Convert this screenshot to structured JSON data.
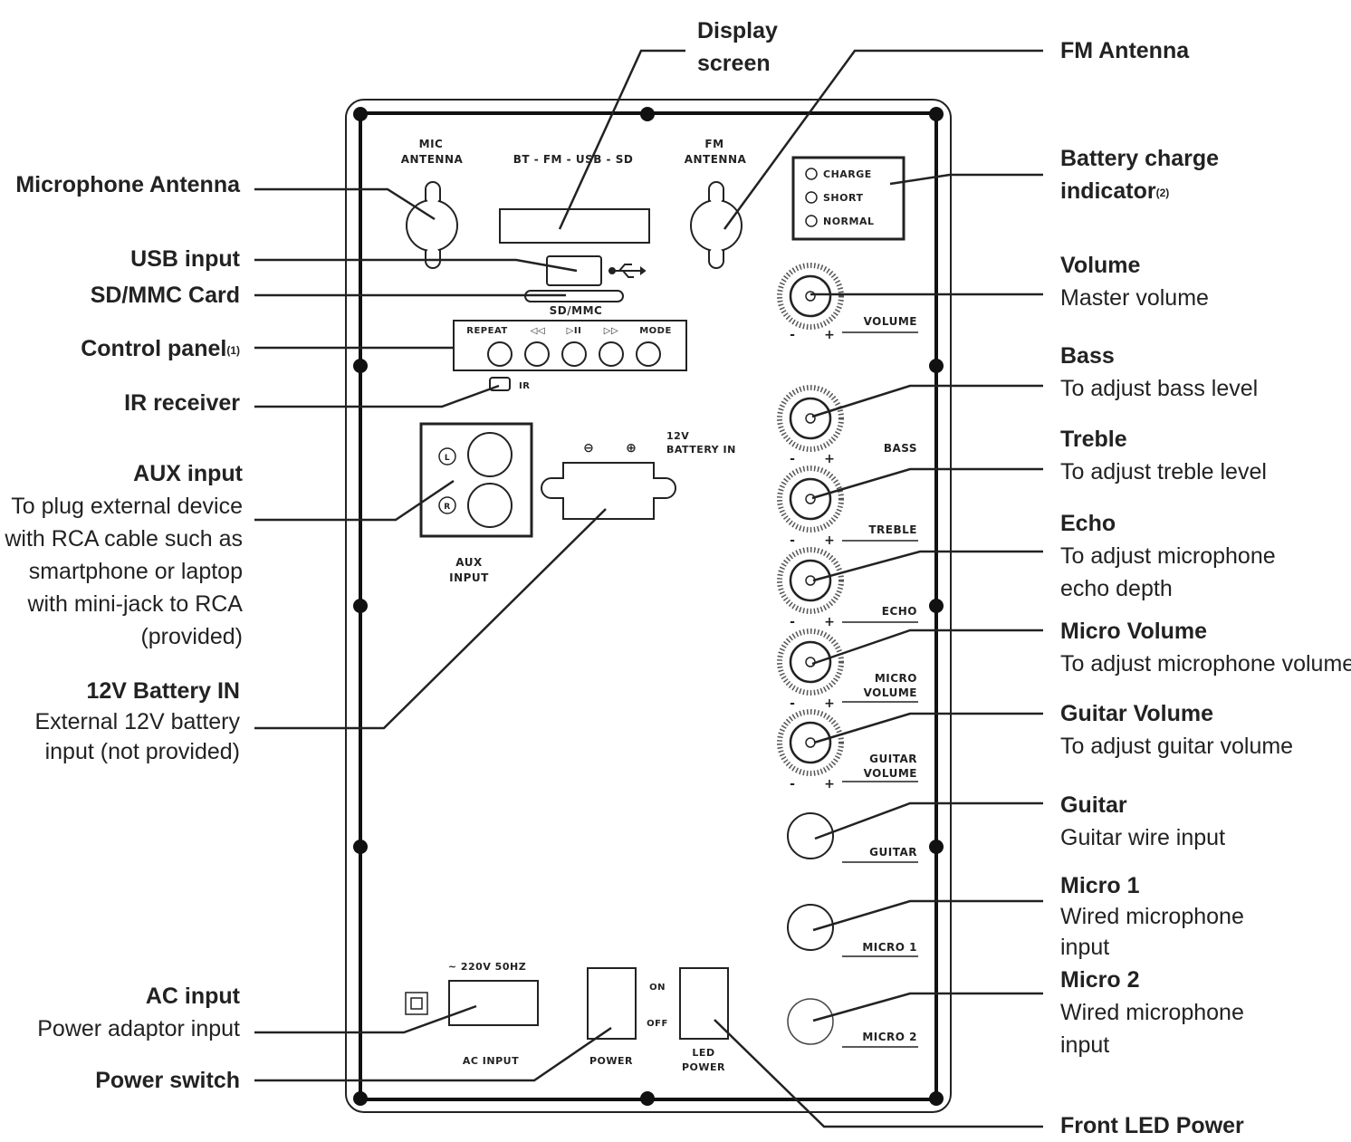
{
  "callouts": {
    "display": {
      "title": "Display screen"
    },
    "fm_antenna": {
      "title": "FM Antenna"
    },
    "battery_charge": {
      "title": "Battery charge indicator",
      "sup": "(2)"
    },
    "volume": {
      "title": "Volume",
      "desc": "Master volume"
    },
    "bass": {
      "title": "Bass",
      "desc": "To adjust bass level"
    },
    "treble": {
      "title": "Treble",
      "desc": "To adjust treble level"
    },
    "echo": {
      "title": "Echo",
      "desc": "To adjust microphone echo depth"
    },
    "micro_volume": {
      "title": "Micro Volume",
      "desc": "To adjust microphone volume"
    },
    "guitar_volume": {
      "title": "Guitar Volume",
      "desc": "To adjust guitar volume"
    },
    "guitar": {
      "title": "Guitar",
      "desc": "Guitar wire input"
    },
    "micro1": {
      "title": "Micro 1",
      "desc": "Wired microphone input"
    },
    "micro2": {
      "title": "Micro 2",
      "desc": "Wired microphone input"
    },
    "front_led": {
      "title": "Front LED Power"
    },
    "microphone_antenna": {
      "title": "Microphone Antenna"
    },
    "usb_input": {
      "title": "USB input"
    },
    "sd_card": {
      "title": "SD/MMC Card"
    },
    "control_panel": {
      "title": "Control panel",
      "sup": "(1)"
    },
    "ir_receiver": {
      "title": "IR receiver"
    },
    "aux_input": {
      "title": "AUX input",
      "desc": "To plug external device with RCA cable such as smartphone or laptop with mini-jack to RCA (provided)"
    },
    "battery_12v": {
      "title": "12V Battery IN",
      "desc": "External 12V battery input (not provided)"
    },
    "ac_input": {
      "title": "AC input",
      "desc": "Power adaptor input"
    },
    "power_switch": {
      "title": "Power switch"
    }
  },
  "panel": {
    "mic_antenna_line1": "MIC",
    "mic_antenna_line2": "ANTENNA",
    "source_modes": "BT - FM - USB - SD",
    "fm_antenna_line1": "FM",
    "fm_antenna_line2": "ANTENNA",
    "charge": "CHARGE",
    "short": "SHORT",
    "normal": "NORMAL",
    "sd_mmc": "SD/MMC",
    "repeat": "REPEAT",
    "prev": "◁◁",
    "play_pause": "▷II",
    "next": "▷▷",
    "mode": "MODE",
    "ir": "IR",
    "aux_l": "L",
    "aux_r": "R",
    "aux_input_line1": "AUX",
    "aux_input_line2": "INPUT",
    "minus_sign": "⊖",
    "plus_sign": "⊕",
    "battery_in_line1": "12V",
    "battery_in_line2": "BATTERY IN",
    "volume": "VOLUME",
    "bass": "BASS",
    "treble": "TREBLE",
    "echo": "ECHO",
    "micro_volume_line1": "MICRO",
    "micro_volume_line2": "VOLUME",
    "guitar_volume_line1": "GUITAR",
    "guitar_volume_line2": "VOLUME",
    "guitar": "GUITAR",
    "micro1": "MICRO 1",
    "micro2": "MICRO 2",
    "knob_minus": "-",
    "knob_plus": "+",
    "ac_rating": "~ 220V 50HZ",
    "ac_input": "AC INPUT",
    "on": "ON",
    "off": "OFF",
    "power": "POWER",
    "led_power_line1": "LED",
    "led_power_line2": "POWER"
  }
}
